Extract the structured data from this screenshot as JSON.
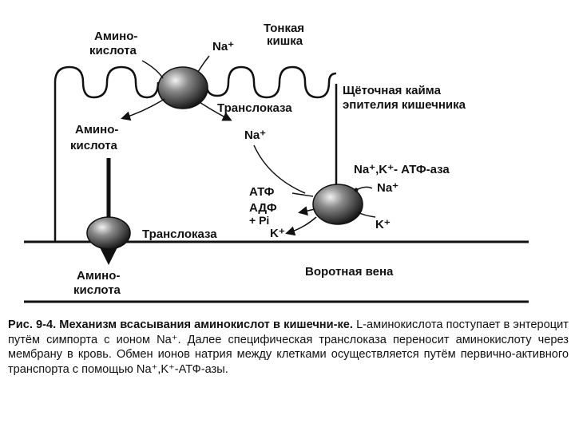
{
  "labels": {
    "amino_top": [
      "Амино-",
      "кислота"
    ],
    "na_top": "Na⁺",
    "small_intestine": [
      "Тонкая",
      "кишка"
    ],
    "brush_border": [
      "Щёточная кайма",
      "эпителия кишечника"
    ],
    "translocase_top": "Транслоказа",
    "amino_inside": [
      "Амино-",
      "кислота"
    ],
    "na_inside": "Na⁺",
    "atpase_label": "Na⁺,K⁺- АТФ-аза",
    "na_out": "Na⁺",
    "atp": "АТФ",
    "adp": "АДФ",
    "pi": "+ Pi",
    "k_in": "K⁺",
    "k_out": "K⁺",
    "translocase_bottom": "Транслоказа",
    "amino_bottom": [
      "Амино-",
      "кислота"
    ],
    "portal_vein": "Воротная вена"
  },
  "caption": {
    "lead": "Рис. 9-4. Механизм всасывания аминокислот в кишечни-ке.",
    "text": " L-аминокислота поступает в энтероцит путём симпорта с ионом Na⁺. Далее специфическая транслоказа переносит аминокислоту через мембрану в кровь. Обмен ионов натрия между клетками осуществляется путём первично-активного транспорта с помощью Na⁺,K⁺-АТФ-азы."
  }
}
